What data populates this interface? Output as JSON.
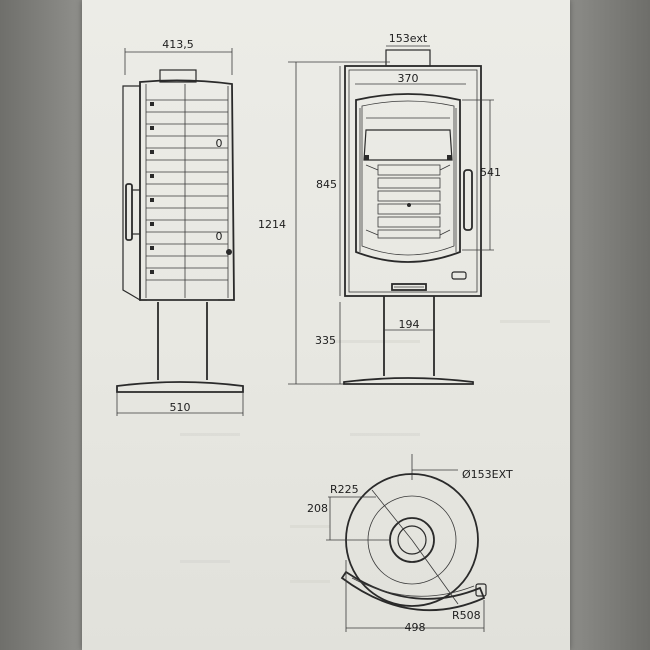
{
  "dimensions": {
    "side_width": "413,5",
    "base_width_side": "510",
    "flue_top": "153ext",
    "inner_width": "370",
    "door_height": "541",
    "body_height": "845",
    "total_height": "1214",
    "pedestal_height": "335",
    "pedestal_width": "194",
    "flue_plan": "Ø153EXT",
    "radius_small": "R225",
    "offset_208": "208",
    "radius_large": "R508",
    "plan_width": "498"
  },
  "side_view_markers": {
    "marker_1": "0",
    "marker_2": "0"
  }
}
